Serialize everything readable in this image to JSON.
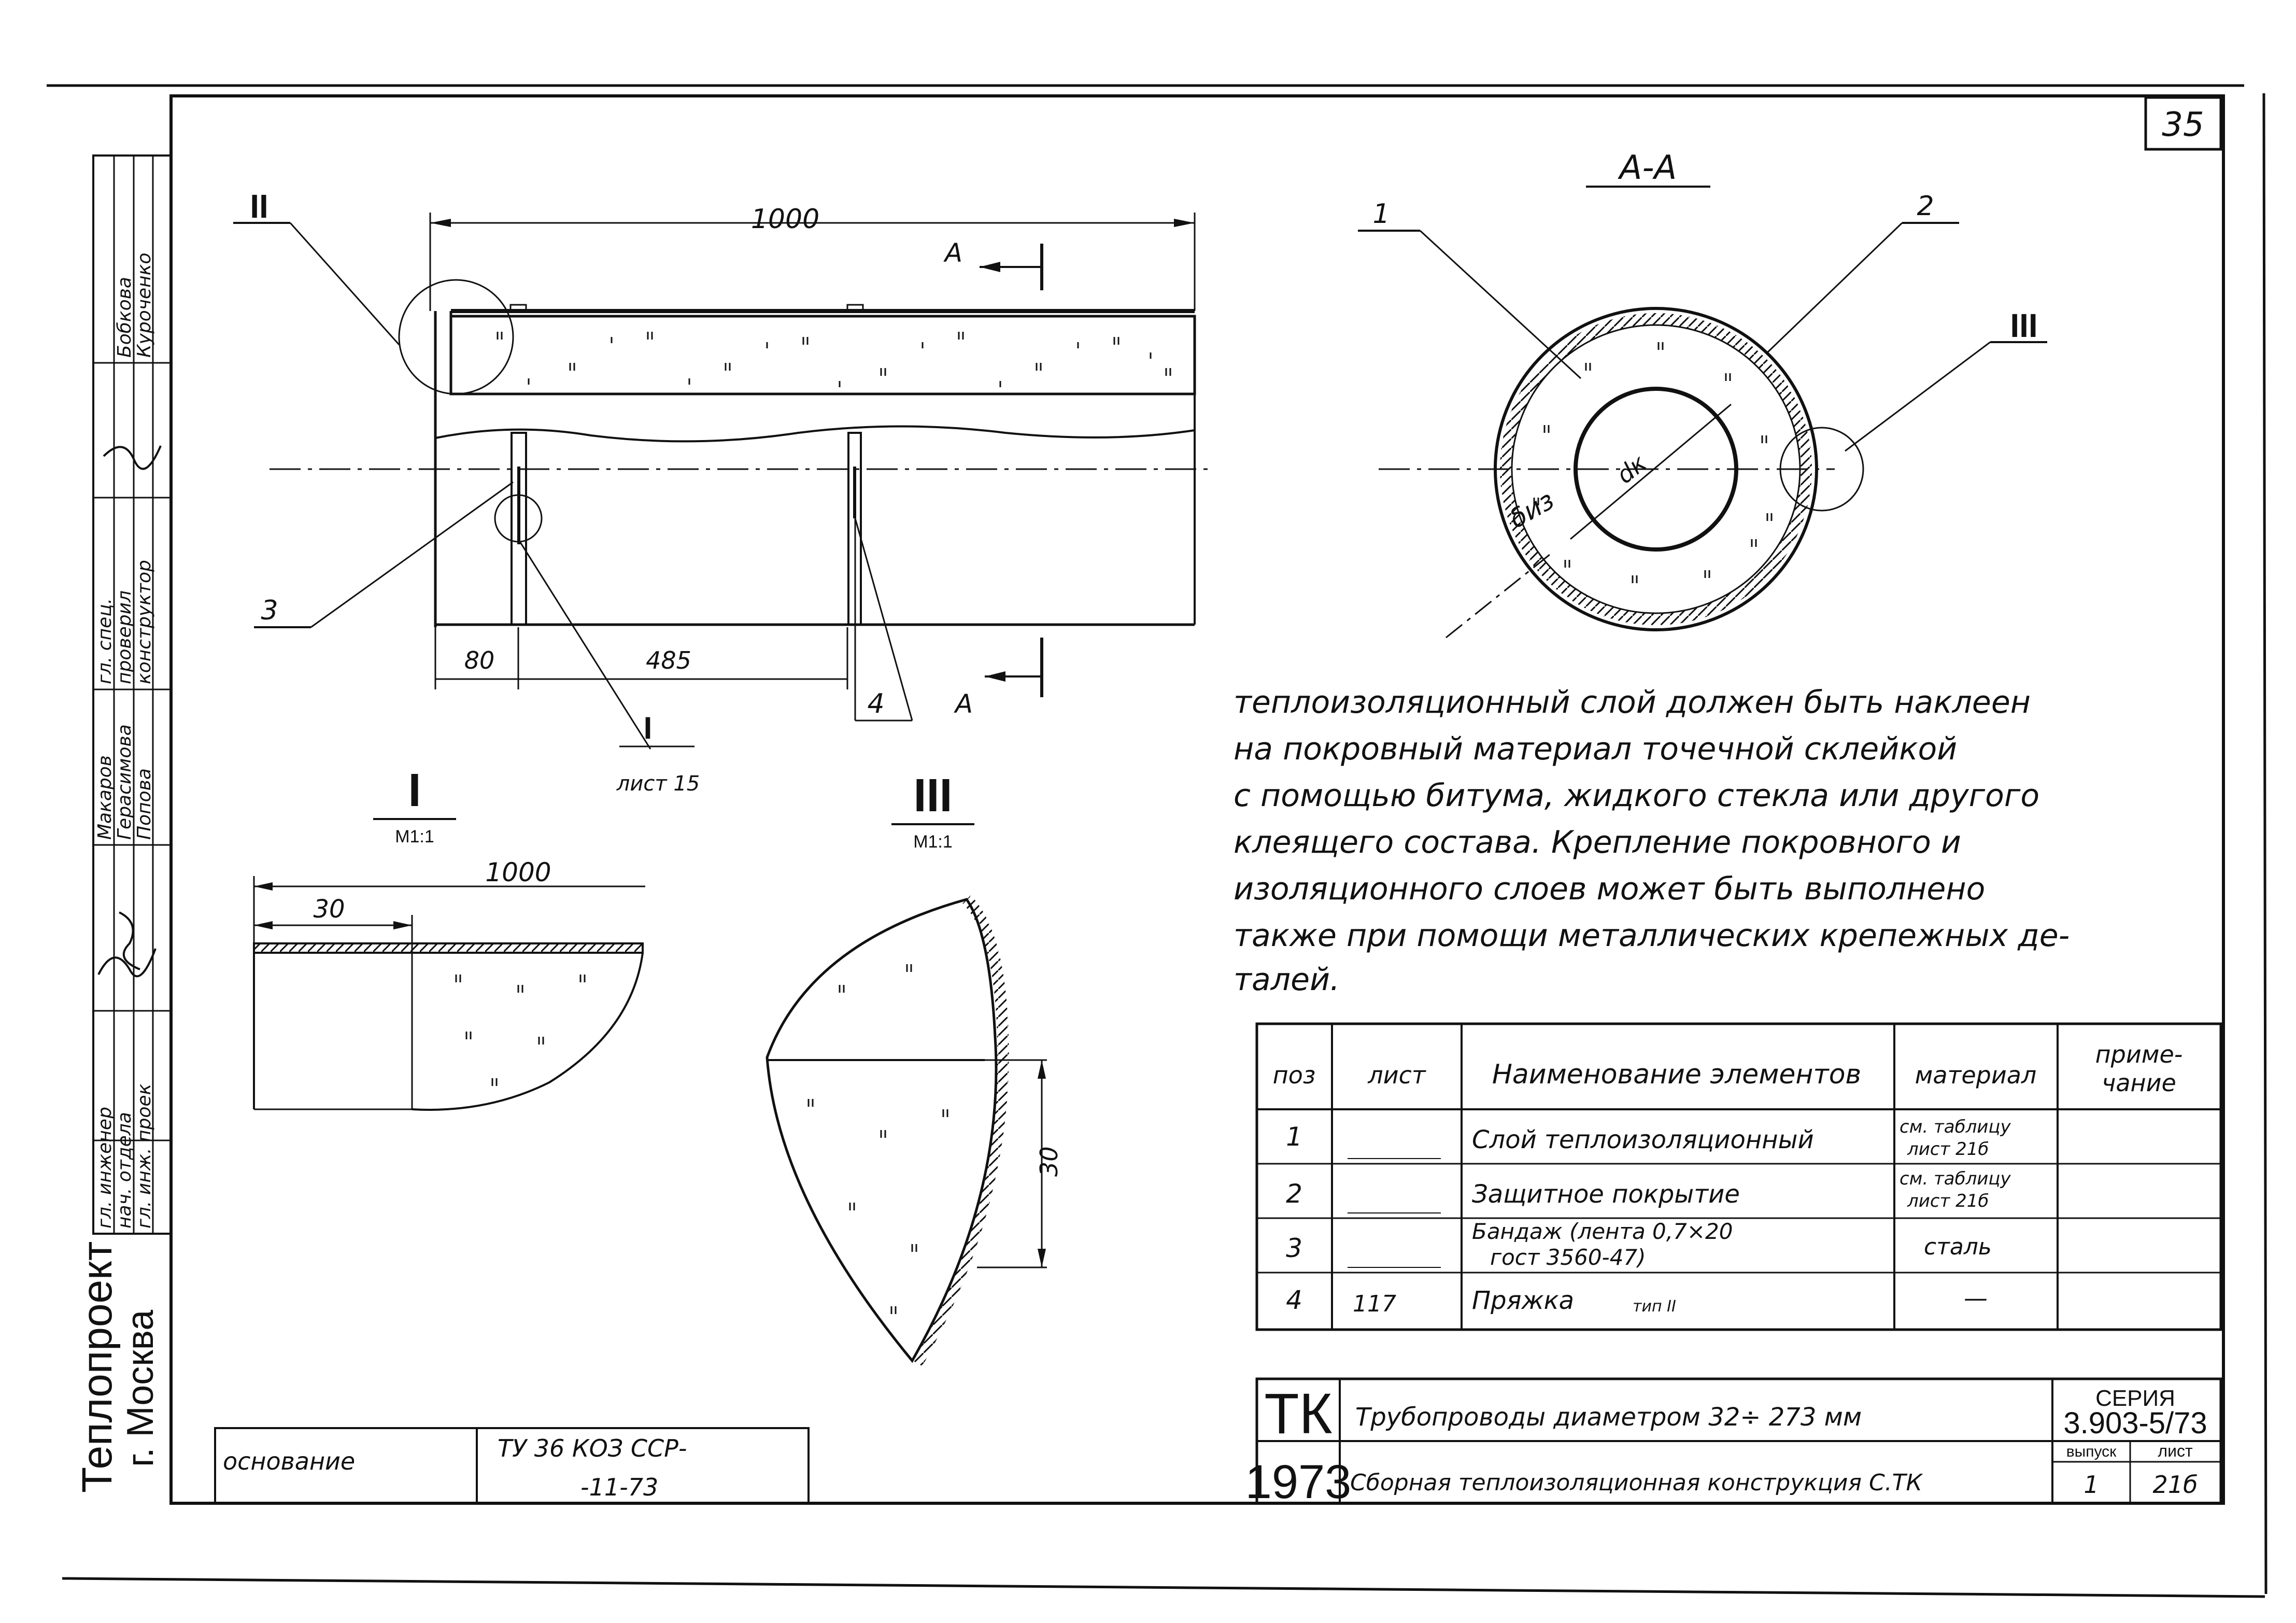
{
  "sheet": {
    "page_number": "35",
    "org_line1": "Теплопроект",
    "org_line2": "г. Москва",
    "section_label": "А-А",
    "note_lines": [
      "теплоизоляционный слой должен быть наклеен",
      "на покровный материал точечной склейкой",
      "с помощью битума, жидкого стекла или другого",
      "клеящего состава. Крепление покровного и",
      "изоляционного слоев может быть выполнено",
      "также при помощи металлических крепежных де-",
      "талей."
    ]
  },
  "side_stamp": {
    "roles": [
      "гл. инженер",
      "нач. отдела",
      "гл. инж. проек"
    ],
    "roles2": [
      "гл. спец.",
      "проверил",
      "конструктор"
    ],
    "names": [
      "Макаров",
      "Герасимова",
      "Попова"
    ],
    "names2": [
      "Бобкова",
      "Куроченко"
    ]
  },
  "drawing": {
    "main_length": "1000",
    "dim_80": "80",
    "dim_485": "485",
    "cut_label": "А",
    "leaders": [
      "I",
      "II",
      "III",
      "1",
      "2",
      "3",
      "4"
    ],
    "ref_sheet": "лист 15",
    "detail_I_title": "I",
    "detail_I_scale": "М1:1",
    "detail_I_length": "1000",
    "detail_I_dim": "30",
    "detail_III_title": "III",
    "detail_III_scale": "М1:1",
    "detail_III_dim": "30",
    "dk_label": "dк",
    "diz_label": "δиз"
  },
  "spec_table": {
    "headers": [
      "поз",
      "лист",
      "Наименование элементов",
      "материал",
      "приме-",
      "чание"
    ],
    "rows": [
      {
        "pos": "1",
        "sheet": "",
        "name": "Слой теплоизоляционный",
        "mat1": "см. таблицу",
        "mat2": "лист 21б"
      },
      {
        "pos": "2",
        "sheet": "",
        "name": "Защитное покрытие",
        "mat1": "см. таблицу",
        "mat2": "лист 21б"
      },
      {
        "pos": "3",
        "sheet": "",
        "name": "Бандаж (лента 0,7×20",
        "name2": "гост 3560-47)",
        "mat1": "сталь",
        "mat2": ""
      },
      {
        "pos": "4",
        "sheet": "117",
        "name": "Пряжка",
        "name_extra": "тип II",
        "mat1": "—",
        "mat2": ""
      }
    ]
  },
  "basis": {
    "label": "основание",
    "value1": "ТУ 36 КОЗ ССР-",
    "value2": "-11-73"
  },
  "title_block": {
    "tk": "ТК",
    "year": "1973",
    "title1": "Трубопроводы диаметром 32÷ 273 мм",
    "title2": "Сборная теплоизоляционная конструкция С.ТК",
    "series_label": "СЕРИЯ",
    "series": "3.903-5/73",
    "issue_label": "выпуск",
    "issue": "1",
    "sheet_label": "лист",
    "sheet": "21б"
  }
}
